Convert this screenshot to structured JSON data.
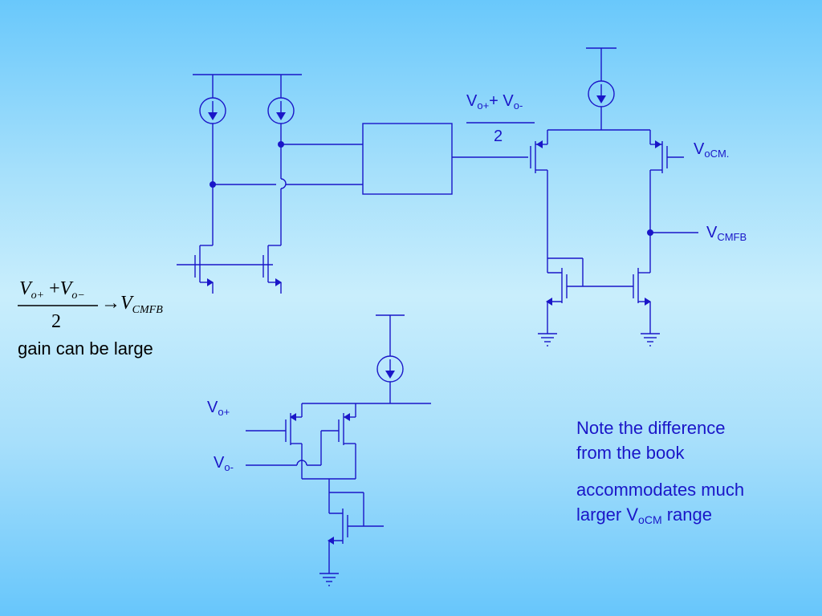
{
  "labels": {
    "vo_plus": "V",
    "vo_plus_sub": "o+",
    "vo_minus": "V",
    "vo_minus_sub": "o-",
    "cmfb": "V",
    "cmfb_sub": "CMFB",
    "vocm": "V",
    "vocm_sub": "oCM.",
    "avg_v1": "V",
    "avg_v1_sub": "o+",
    "avg_plus": "+ V",
    "avg_v2_sub": "o-",
    "avg_den": "2"
  },
  "equation": {
    "v": "V",
    "sub_plus": "o+",
    "plus": "+",
    "sub_minus": "o−",
    "denominator": "2",
    "arrow": "→",
    "result_sub": "CMFB"
  },
  "gain_text": "gain can be large",
  "note": {
    "line1": "Note the difference",
    "line2": "from the book",
    "line3": "accommodates much",
    "line4_pre": "larger V",
    "line4_sub": "oCM",
    "line4_post": " range"
  },
  "colors": {
    "wire": "#1a16c8",
    "label": "#1a16c8",
    "text": "#000000"
  }
}
